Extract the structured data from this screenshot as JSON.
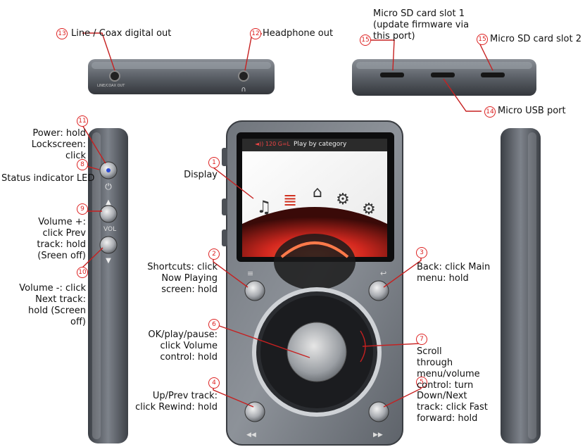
{
  "callouts": [
    {
      "num": "13",
      "text": "Line / Coax digital out"
    },
    {
      "num": "12",
      "text": "Headphone out"
    },
    {
      "num": "15",
      "text": "Micro SD card slot 1 (update firmware via this port)"
    },
    {
      "num": "15",
      "text": "Micro SD card slot 2"
    },
    {
      "num": "14",
      "text": "Micro USB port"
    },
    {
      "num": "11",
      "text": "Power: hold Lockscreen: click"
    },
    {
      "num": "8",
      "text": "Status indicator LED"
    },
    {
      "num": "9",
      "text": "Volume +: click Prev track: hold (Sreen off)"
    },
    {
      "num": "10",
      "text": "Volume -: click Next track: hold (Screen off)"
    },
    {
      "num": "1",
      "text": "Display"
    },
    {
      "num": "2",
      "text": "Shortcuts: click Now Playing screen: hold"
    },
    {
      "num": "3",
      "text": "Back: click Main menu: hold"
    },
    {
      "num": "6",
      "text": "OK/play/pause: click Volume control: hold"
    },
    {
      "num": "7",
      "text": "Scroll through menu/volume control: turn"
    },
    {
      "num": "4",
      "text": "Up/Prev track: click Rewind: hold"
    },
    {
      "num": "5",
      "text": "Down/Next track: click Fast forward: hold"
    }
  ],
  "screen": {
    "status_volume": "◄)) 120",
    "status_gain": "G=L",
    "status_title": "Play by category"
  },
  "side_text": {
    "vol": "VOL",
    "port_label": "LINE/COAX OUT"
  }
}
